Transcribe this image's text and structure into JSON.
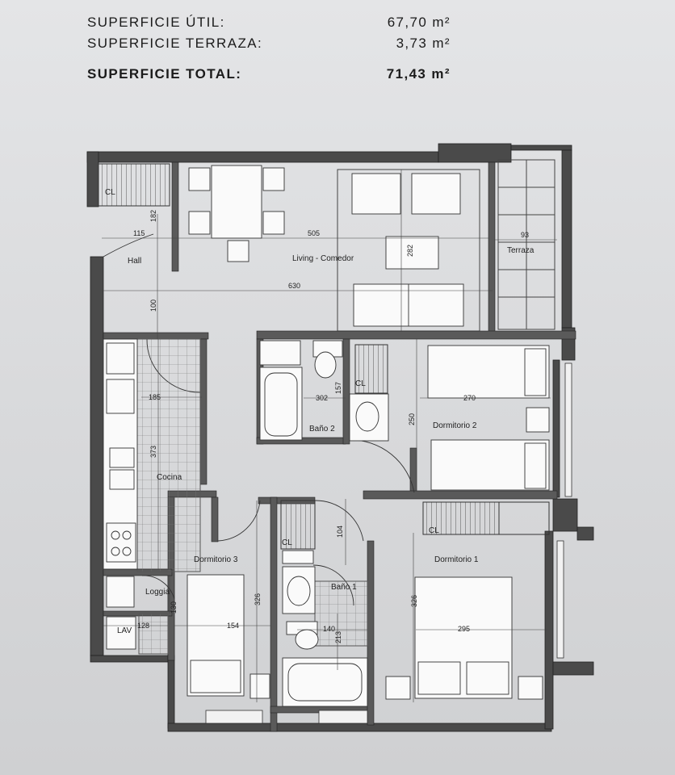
{
  "areas": {
    "util": {
      "label": "SUPERFICIE ÚTIL:",
      "value": "67,70 m²"
    },
    "terraza": {
      "label": "SUPERFICIE TERRAZA:",
      "value": "3,73 m²"
    },
    "total": {
      "label": "SUPERFICIE TOTAL:",
      "value": "71,43 m²"
    }
  },
  "rooms": {
    "hall": "Hall",
    "living": "Living - Comedor",
    "terraza": "Terraza",
    "cocina": "Cocina",
    "bano2": "Baño 2",
    "dormitorio2": "Dormitorio 2",
    "dormitorio3": "Dormitorio 3",
    "bano1": "Baño 1",
    "dormitorio1": "Dormitorio 1",
    "loggia": "Loggia",
    "lav": "LAV",
    "cl_hall": "CL",
    "cl_bano2": "CL",
    "cl_dorm3": "CL",
    "cl_dorm1": "CL"
  },
  "dimensions": {
    "hall_w": "115",
    "hall_h": "182",
    "living_w": "505",
    "living_h": "282",
    "terraza_w": "93",
    "total_w": "630",
    "corridor_h": "100",
    "cocina_w": "185",
    "cocina_h": "373",
    "bano2_w": "302",
    "bano2_h": "157",
    "dorm2_w": "270",
    "dorm2_h": "250",
    "pasillo_h": "104",
    "dorm3_h": "326",
    "dorm3_w": "154",
    "bano1_w": "140",
    "bano1_h": "213",
    "loggia_w": "128",
    "loggia_h": "130",
    "dorm1_h": "326",
    "dorm1_w": "295"
  }
}
